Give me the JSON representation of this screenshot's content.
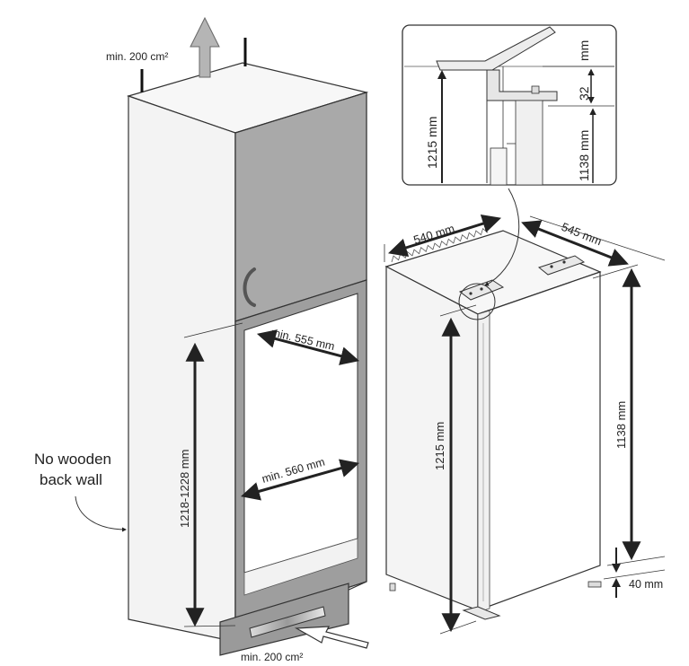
{
  "labels": {
    "vent_top": "min. 200 cm²",
    "vent_bottom": "min. 200 cm²",
    "no_wooden_1": "No wooden",
    "no_wooden_2": "back wall",
    "niche_height": "1218-1228 mm",
    "niche_depth": "min. 555 mm",
    "niche_width": "min. 560 mm",
    "fridge_width": "540 mm",
    "fridge_depth": "545 mm",
    "fridge_height_front": "1215 mm",
    "fridge_height_back": "1138 mm",
    "base_offset": "40 mm",
    "detail_1215": "1215 mm",
    "detail_1138": "1138 mm",
    "detail_32": "32",
    "detail_mm": "mm"
  },
  "colors": {
    "line": "#333333",
    "cabinet_door": "#a9a9a9",
    "cabinet_frame": "#9a9a9a",
    "cabinet_side": "#f4f4f4",
    "vent_arrow": "#888888"
  },
  "icons": {
    "vent_up": "up-arrow-icon",
    "vent_in": "inflow-arrow-icon",
    "callout": "curved-pointer-arrow-icon"
  }
}
